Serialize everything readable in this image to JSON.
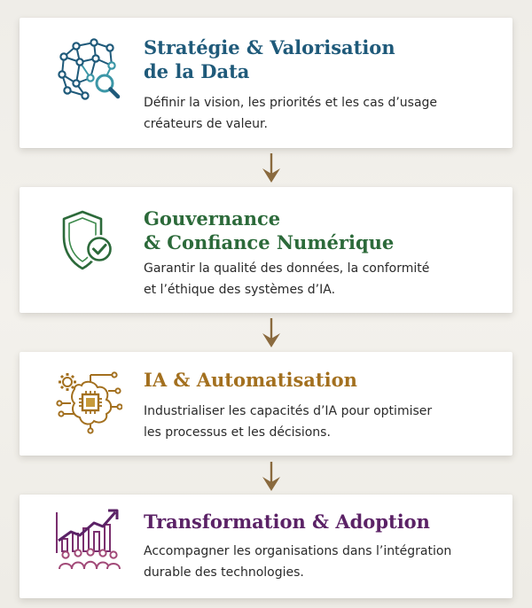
{
  "colors": {
    "blue": "#1f5a7a",
    "teal": "#3c97a7",
    "green": "#2c6a3a",
    "gold": "#a3701f",
    "purple": "#5b2266",
    "arrow": "#8a6a3e"
  },
  "steps": [
    {
      "icon": "data-network-icon",
      "title": "Stratégie & Valorisation\nde la Data",
      "description": "Définir la vision, les priorités et les cas d’usage\ncréateurs de valeur."
    },
    {
      "icon": "shield-check-icon",
      "title": "Gouvernance\n& Confiance Numérique",
      "description": "Garantir la qualité des données, la conformité\net l’éthique des systèmes d’IA."
    },
    {
      "icon": "ai-chip-icon",
      "title": "IA & Automatisation",
      "description": "Industrialiser les capacités d’IA pour optimiser\nles processus et les décisions."
    },
    {
      "icon": "growth-people-icon",
      "title": "Transformation & Adoption",
      "description": "Accompagner les organisations dans l’intégration\ndurable des technologies."
    }
  ]
}
